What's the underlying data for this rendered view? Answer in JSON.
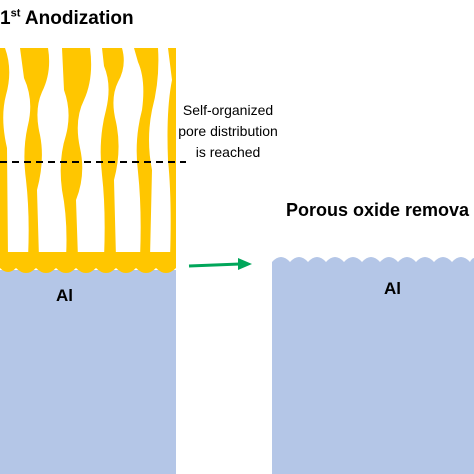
{
  "left_panel": {
    "title_main": "1",
    "title_sup": "st",
    "title_rest": " Anodization",
    "note_lines": [
      "Self-organized",
      "pore distribution",
      "is reached"
    ],
    "substrate_label": "Al"
  },
  "right_panel": {
    "title": "Porous oxide remova",
    "substrate_label": "Al"
  },
  "colors": {
    "oxide": "#FFC600",
    "aluminum": "#B4C6E7",
    "arrow": "#00A65A",
    "dashed_line": "#000000"
  },
  "icons": {
    "transition": "arrow-right-icon"
  }
}
